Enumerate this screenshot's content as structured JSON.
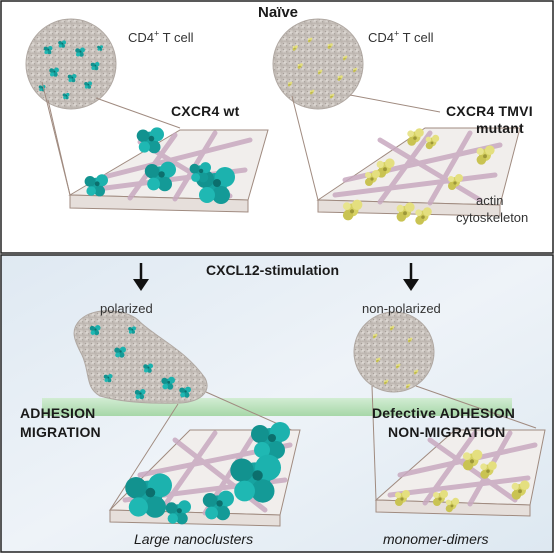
{
  "naive_panel": {
    "title": "Naïve",
    "left_cell": {
      "label_prefix": "CD4",
      "label_sup": "+",
      "label_suffix": " T cell",
      "receptor_label": "CXCR4 wt"
    },
    "right_cell": {
      "label_prefix": "CD4",
      "label_sup": "+",
      "label_suffix": " T cell",
      "receptor_label_line1": "CXCR4 TMVI",
      "receptor_label_line2": "mutant",
      "cytoskeleton_line1": "actin",
      "cytoskeleton_line2": "cytoskeleton"
    }
  },
  "stimulation_panel": {
    "title": "CXCL12-stimulation",
    "left": {
      "state": "polarized",
      "outcome_line1": "ADHESION",
      "outcome_line2": "MIGRATION",
      "caption": "Large nanoclusters"
    },
    "right": {
      "state": "non-polarized",
      "outcome_line1": "Defective ADHESION",
      "outcome_line2": "NON-MIGRATION",
      "caption": "monomer-dimers"
    }
  },
  "colors": {
    "wt_receptor": "#19a8a4",
    "mutant_receptor": "#d8d36a",
    "actin": "#c8a9c0",
    "cell_membrane": "#cfc9c4",
    "adhesion_surface": "#bfe3bf",
    "lower_panel_background": "#e4edf4"
  }
}
